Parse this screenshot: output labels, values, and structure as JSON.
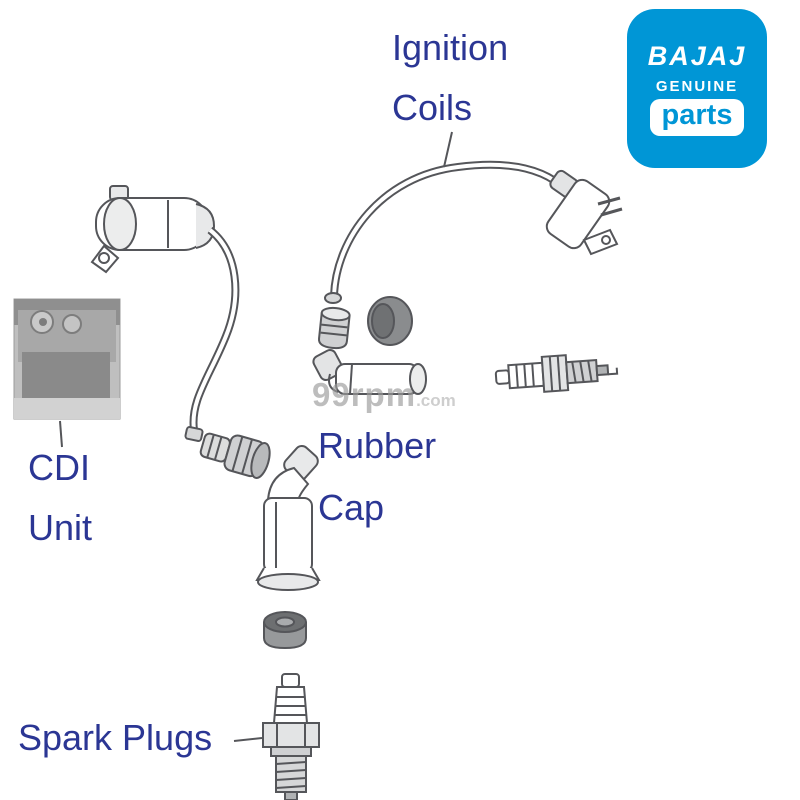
{
  "diagram": {
    "labels": {
      "ignition_coils": {
        "line1": "Ignition",
        "line2": "Coils"
      },
      "cdi_unit": {
        "line1": "CDI",
        "line2": "Unit"
      },
      "rubber_cap": {
        "line1": "Rubber",
        "line2": "Cap"
      },
      "spark_plugs": "Spark Plugs"
    },
    "label_color": "#2b3694",
    "line_art_color": "#55565a"
  },
  "logo": {
    "brand": "BAJAJ",
    "genuine": "GENUINE",
    "parts": "parts",
    "background_color": "#0096d6",
    "text_color": "#ffffff"
  },
  "watermark": {
    "main": "99rpm",
    "suffix": ".com"
  }
}
